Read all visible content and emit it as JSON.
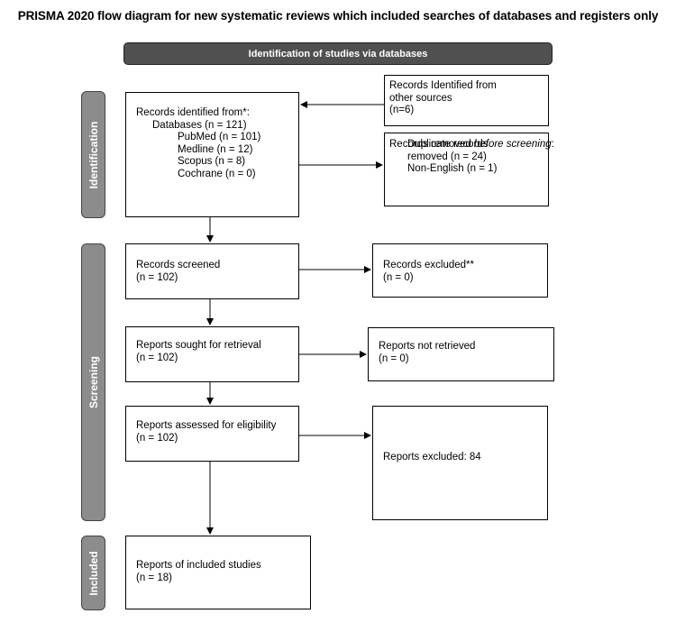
{
  "title": "PRISMA 2020 flow diagram for new systematic reviews which included searches of databases and registers only",
  "banner": "Identification of studies via databases",
  "phases": {
    "identification": "Identification",
    "screening": "Screening",
    "included": "Included"
  },
  "identified": {
    "heading": "Records identified from*:",
    "databases": "Databases (n = 121)",
    "pubmed": "PubMed (n = 101)",
    "medline": "Medline (n = 12)",
    "scopus": "Scopus (n = 8)",
    "cochrane": "Cochrane (n = 0)"
  },
  "other_sources": {
    "line1": "Records Identified from",
    "line2": "other sources",
    "line3": "(n=6)"
  },
  "removed": {
    "prefix": "Records removed ",
    "italic": "before screening",
    "suffix": ":",
    "dup1": "Duplicate records",
    "dup2": "removed (n = 24)",
    "non_english": "Non-English (n = 1)"
  },
  "screened": {
    "label": "Records screened",
    "n": "(n = 102)"
  },
  "excluded": {
    "label": "Records excluded**",
    "n": "(n = 0)"
  },
  "sought": {
    "label": "Reports sought for retrieval",
    "n": "(n = 102)"
  },
  "not_retrieved": {
    "label": "Reports not retrieved",
    "n": "(n = 0)"
  },
  "assessed": {
    "label": "Reports assessed for eligibility",
    "n": "(n = 102)"
  },
  "reports_excluded": {
    "label": "Reports excluded: 84"
  },
  "included_studies": {
    "label": "Reports of included studies",
    "n": "(n = 18)"
  }
}
